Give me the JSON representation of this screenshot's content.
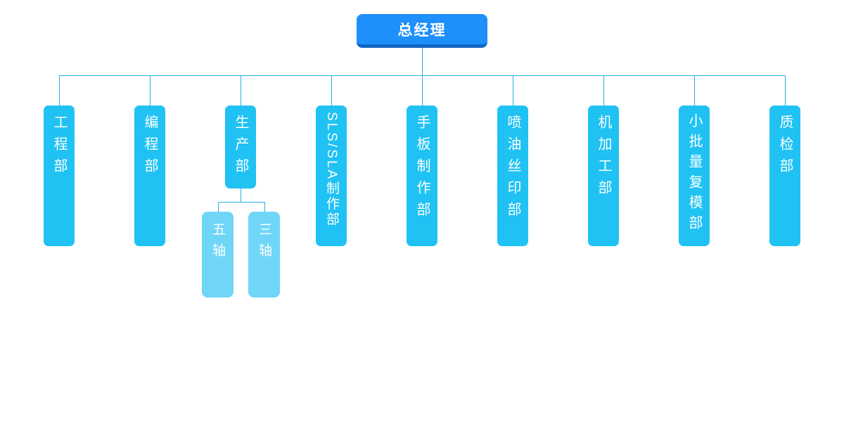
{
  "chart_title": "organization-chart",
  "root": {
    "label": "总经理"
  },
  "departments": [
    {
      "label": "工程部"
    },
    {
      "label": "编程部"
    },
    {
      "label": "生产部",
      "children": [
        {
          "label": "五轴"
        },
        {
          "label": "三轴"
        }
      ]
    },
    {
      "label": "SLS/SLA制作部"
    },
    {
      "label": "手板制作部"
    },
    {
      "label": "喷油丝印部"
    },
    {
      "label": "机加工部"
    },
    {
      "label": "小批量复模部"
    },
    {
      "label": "质检部"
    }
  ],
  "colors": {
    "root_node": "#1e8ffb",
    "root_node_edge": "#1166c5",
    "department_node": "#1fc2f3",
    "child_node": "#6fd6f7",
    "connector_line": "#2aaee6",
    "text": "#ffffff",
    "background": "#ffffff"
  }
}
